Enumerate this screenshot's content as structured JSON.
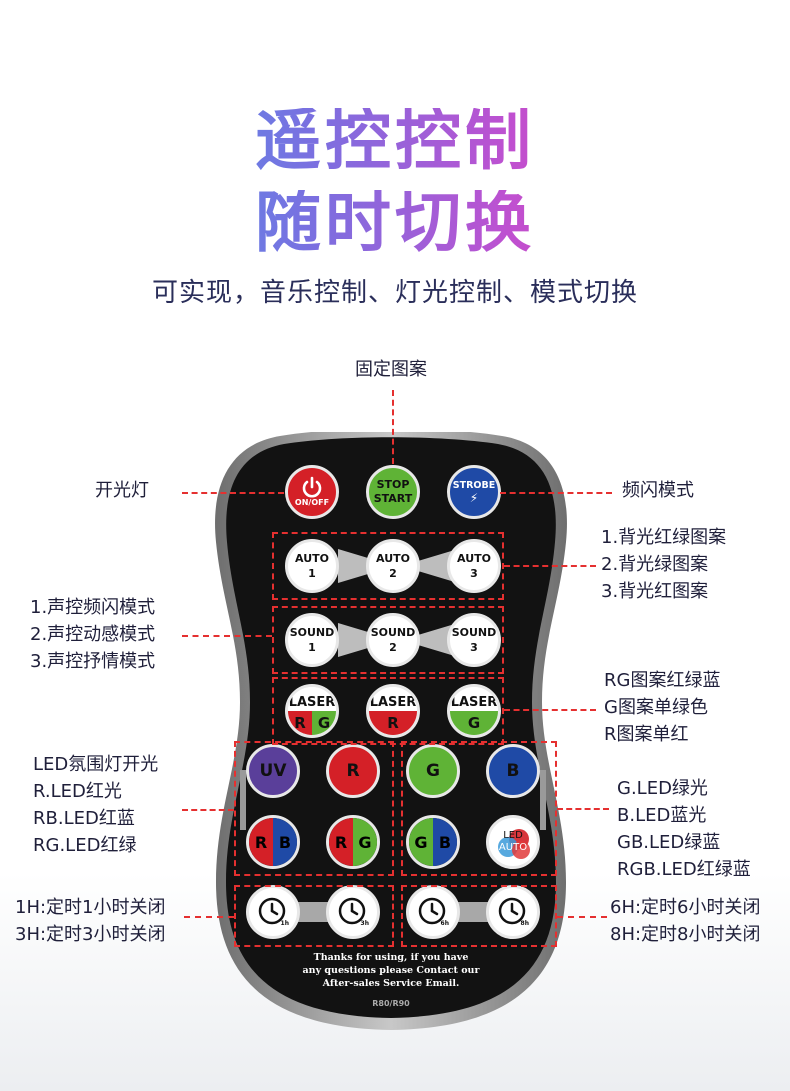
{
  "header": {
    "title_line1": "遥控控制",
    "title_line2": "随时切换",
    "subtitle": "可实现，音乐控制、灯光控制、模式切换"
  },
  "annotations": {
    "fixed_pattern": "固定图案",
    "power_light": "开光灯",
    "strobe_mode": "频闪模式",
    "auto_desc": [
      "1.背光红绿图案",
      "2.背光绿图案",
      "3.背光红图案"
    ],
    "sound_desc": [
      "1.声控频闪模式",
      "2.声控动感模式",
      "3.声控抒情模式"
    ],
    "laser_desc": [
      "RG图案红绿蓝",
      "G图案单绿色",
      "R图案单红"
    ],
    "led_left_desc": [
      "LED氛围灯开光",
      "R.LED红光",
      "RB.LED红蓝",
      "RG.LED红绿"
    ],
    "led_right_desc": [
      "G.LED绿光",
      "B.LED蓝光",
      "GB.LED绿蓝",
      "RGB.LED红绿蓝"
    ],
    "timer_left_desc": [
      "1H:定时1小时关闭",
      "3H:定时3小时关闭"
    ],
    "timer_right_desc": [
      "6H:定时6小时关闭",
      "8H:定时8小时关闭"
    ]
  },
  "remote": {
    "power_label": "ON/OFF",
    "stop_start": [
      "STOP",
      "START"
    ],
    "strobe_label": "STROBE",
    "auto_buttons": [
      {
        "top": "AUTO",
        "bottom": "1"
      },
      {
        "top": "AUTO",
        "bottom": "2"
      },
      {
        "top": "AUTO",
        "bottom": "3"
      }
    ],
    "sound_buttons": [
      {
        "top": "SOUND",
        "bottom": "1"
      },
      {
        "top": "SOUND",
        "bottom": "2"
      },
      {
        "top": "SOUND",
        "bottom": "3"
      }
    ],
    "laser_label": "LASER",
    "laser_rg": [
      "R",
      "G"
    ],
    "laser_r": "R",
    "laser_g": "G",
    "led": {
      "uv": "UV",
      "r": "R",
      "g": "G",
      "b": "B",
      "rb": [
        "R",
        "B"
      ],
      "rg": [
        "R",
        "G"
      ],
      "gb": [
        "G",
        "B"
      ],
      "auto": [
        "LED",
        "AUTO"
      ]
    },
    "timers": [
      "1h",
      "3h",
      "6h",
      "8h"
    ],
    "footer": [
      "Thanks for using, if you have",
      "any questions please Contact our",
      "After-sales Service Email."
    ],
    "model": "R80/R90"
  },
  "colors": {
    "red": "#d42027",
    "green": "#5fb336",
    "blue": "#1f4aa6",
    "purple": "#5a3f9a",
    "dashed": "#e53030"
  }
}
